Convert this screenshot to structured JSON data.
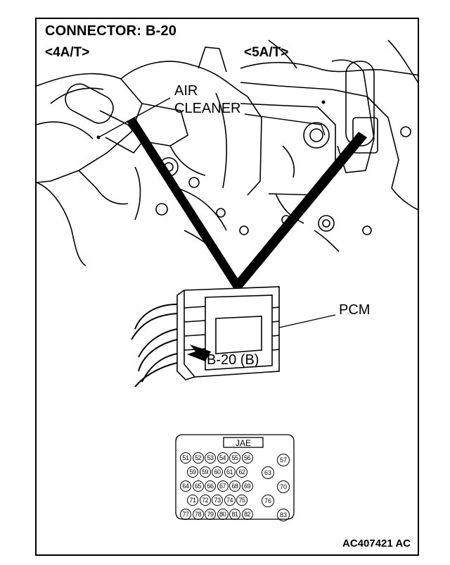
{
  "diagram": {
    "title": "CONNECTOR: B-20",
    "variant_left": "<4A/T>",
    "variant_right": "<5A/T>",
    "labels": {
      "air_cleaner_line1": "AIR",
      "air_cleaner_line2": "CLEANER",
      "pcm": "PCM",
      "connector_callout": "B-20 (B)"
    },
    "connector_face": {
      "maker": "JAE",
      "rows": [
        [
          "51",
          "52",
          "53",
          "54",
          "55",
          "56"
        ],
        [
          "59",
          "59",
          "60",
          "61",
          "62"
        ],
        [
          "64",
          "65",
          "66",
          "67",
          "68",
          "69"
        ],
        [
          "71",
          "72",
          "73",
          "74",
          "75"
        ],
        [
          "77",
          "78",
          "79",
          "80",
          "81",
          "82"
        ]
      ],
      "right_pins": [
        "57",
        "63",
        "70",
        "76",
        "83"
      ]
    },
    "figure_code": "AC407421 AC"
  }
}
